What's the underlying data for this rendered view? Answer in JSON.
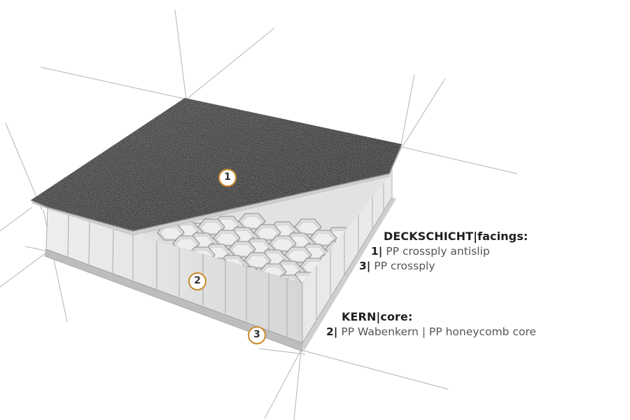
{
  "diagram": {
    "markers": [
      "1",
      "2",
      "3"
    ],
    "facings": {
      "heading": "DECKSCHICHT|facings:",
      "items": [
        {
          "num": "1|",
          "text": " PP crossply antislip"
        },
        {
          "num": "3|",
          "text": " PP crossply"
        }
      ]
    },
    "core": {
      "heading": "KERN|core:",
      "items": [
        {
          "num": "2|",
          "text": " PP Wabenkern | PP honeycomb core"
        }
      ]
    },
    "colors": {
      "marker_ring": "#c98a2a",
      "guide_lines": "#b4b4b4",
      "top_facing": "#3c3c3c",
      "bottom_facing": "#b5b5b5",
      "honeycomb": "#e6e6e6",
      "text_bold": "#1f1f1f",
      "text_regular": "#555555"
    }
  }
}
